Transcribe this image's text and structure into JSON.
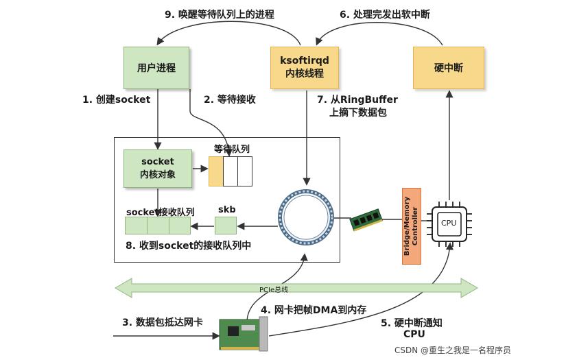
{
  "steps": {
    "s1": "1. 创建socket",
    "s2": "2. 等待接收",
    "s3": "3. 数据包抵达网卡",
    "s4": "4. 网卡把帧DMA到内存",
    "s5_line1": "5. 硬中断通知",
    "s5_line2": "CPU",
    "s6": "6. 处理完发出软中断",
    "s7_line1": "7. 从RingBuffer",
    "s7_line2": "上摘下数据包",
    "s8": "8. 收到socket的接收队列中",
    "s9": "9. 唤醒等待队列上的进程"
  },
  "boxes": {
    "user_process": "用户进程",
    "ksoftirqd_line1": "ksoftirqd",
    "ksoftirqd_line2": "内核线程",
    "hard_irq": "硬中断",
    "socket_obj_line1": "socket",
    "socket_obj_line2": "内核对象",
    "wait_queue": "等待队列",
    "recv_queue": "socket接收队列",
    "skb": "skb",
    "bridge_line1": "Bridge/Memory",
    "bridge_line2": "Controller",
    "cpu": "CPU",
    "pcie": "PCIe总线"
  },
  "watermark": "CSDN @重生之我是一名程序员",
  "colors": {
    "green_fill": "#cfe6c2",
    "yellow_fill": "#f8d98c",
    "orange_fill": "#f4a77a",
    "bus_fill": "#cfe6c2"
  }
}
